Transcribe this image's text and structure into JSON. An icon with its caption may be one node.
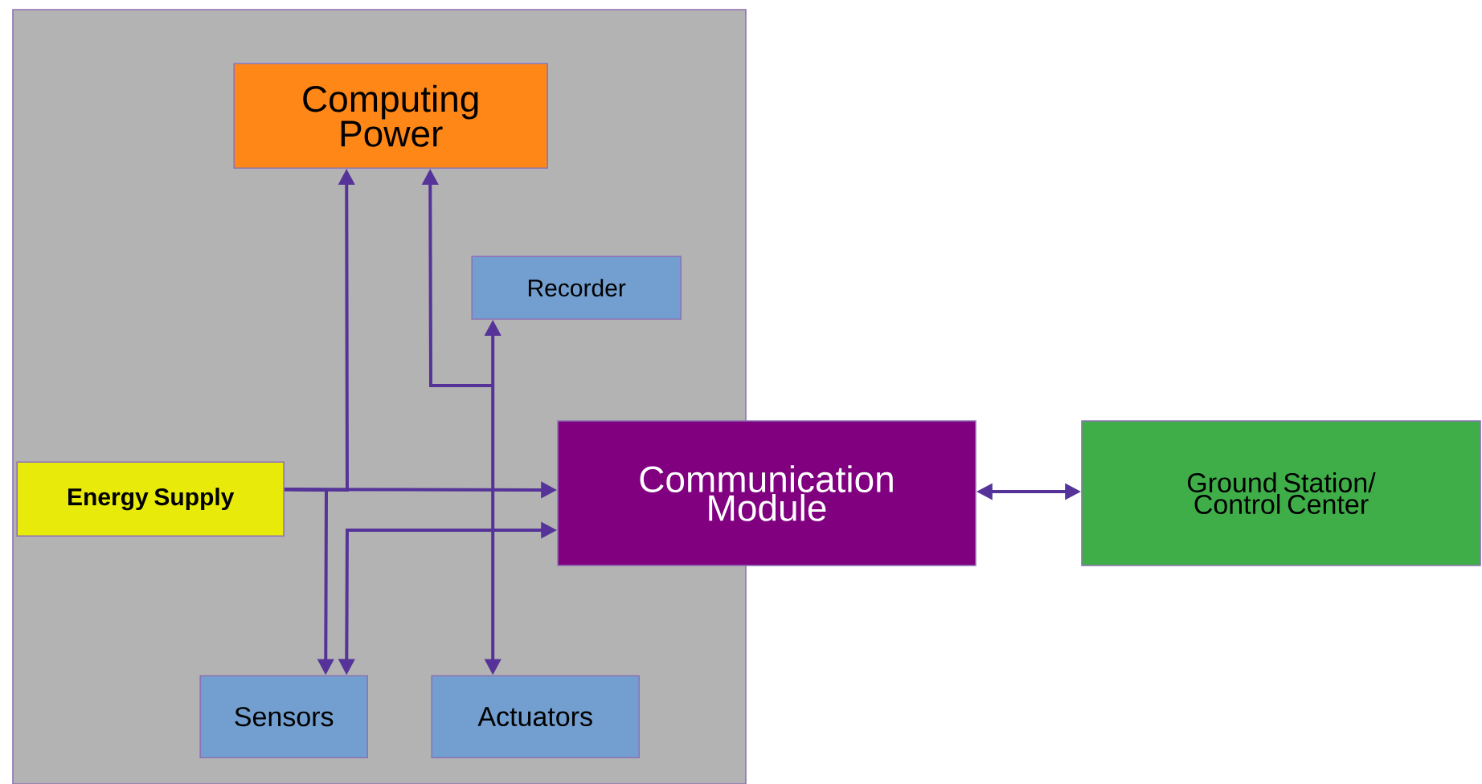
{
  "diagram": {
    "nodes": [
      {
        "text": [],
        "shape": "box"
      },
      {
        "text": [
          "Computing Power"
        ],
        "in": 0
      },
      {
        "text": [
          "Recorder"
        ],
        "in": 0
      },
      {
        "text": [
          "Energy Supply"
        ],
        "in": 0
      },
      {
        "text": [
          "Communication Module"
        ]
      },
      {
        "text": [
          "Sensors"
        ],
        "in": 0
      },
      {
        "text": [
          "Actuators"
        ],
        "in": 0
      },
      {
        "text": [
          "Ground Station/ Control Center"
        ]
      }
    ],
    "edges": [
      {
        "from": 3,
        "to": 4,
        "arrow": "to"
      },
      {
        "from": 3,
        "to": 1,
        "arrow": "to"
      },
      {
        "from": 3,
        "to": 5,
        "arrow": "to"
      },
      {
        "from": 5,
        "to": 4,
        "arrow": "both"
      },
      {
        "from": null,
        "to": 1,
        "arrow": "to"
      },
      {
        "from": 2,
        "to": 6,
        "arrow": "both"
      },
      {
        "from": 4,
        "to": 7,
        "arrow": "both"
      }
    ]
  }
}
